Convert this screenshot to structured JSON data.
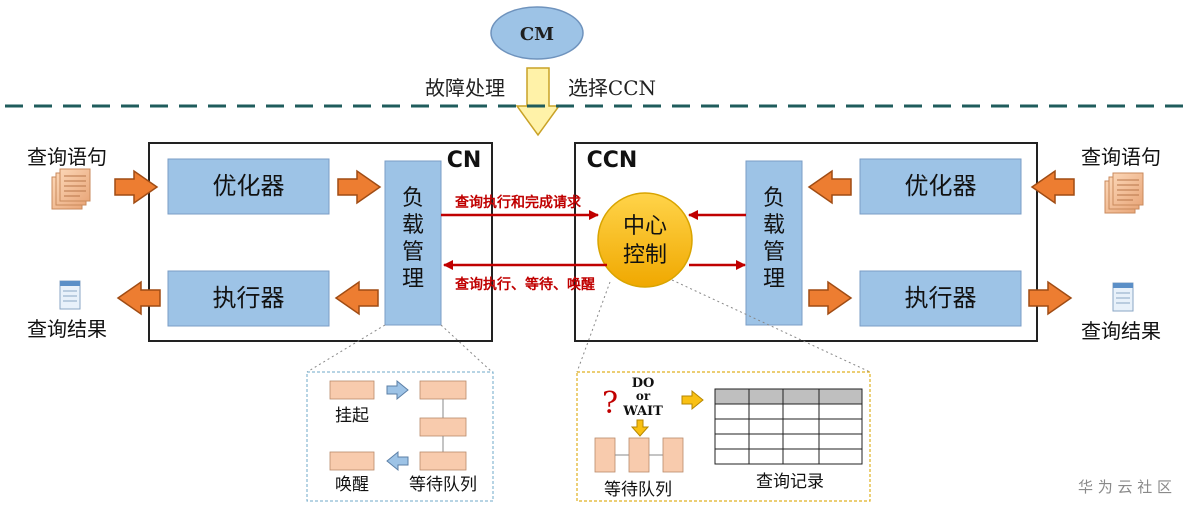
{
  "cm": {
    "label": "CM"
  },
  "arrow_labels": {
    "fault": "故障处理",
    "select": "选择CCN"
  },
  "cn": {
    "title": "CN",
    "input_label": "查询语句",
    "output_label": "查询结果",
    "optimizer": "优化器",
    "executor": "执行器",
    "workload": [
      "负",
      "载",
      "管",
      "理"
    ]
  },
  "ccn": {
    "title": "CCN",
    "input_label": "查询语句",
    "output_label": "查询结果",
    "optimizer": "优化器",
    "executor": "执行器",
    "workload": [
      "负",
      "载",
      "管",
      "理"
    ],
    "center_control": [
      "中心",
      "控制"
    ]
  },
  "flows": {
    "request": "查询执行和完成请求",
    "reply": "查询执行、等待、唤醒"
  },
  "detail_left": {
    "suspend": "挂起",
    "wakeup": "唤醒",
    "queue": "等待队列"
  },
  "detail_right": {
    "decision_mark": "?",
    "decision": [
      "DO",
      "or",
      "WAIT"
    ],
    "queue": "等待队列",
    "records": "查询记录"
  },
  "watermark": "华 为 云 社 区",
  "colors": {
    "box_fill": "#9dc3e6",
    "box_stroke": "#5b7fa6",
    "orange_arrow": "#ed7d31",
    "red_arrow": "#c00000",
    "center_fill": "#f9c012",
    "queue_block": "#f8cbad",
    "dashed_line": "#1f5c5c",
    "yellow_arrow": "#fff2a8"
  }
}
